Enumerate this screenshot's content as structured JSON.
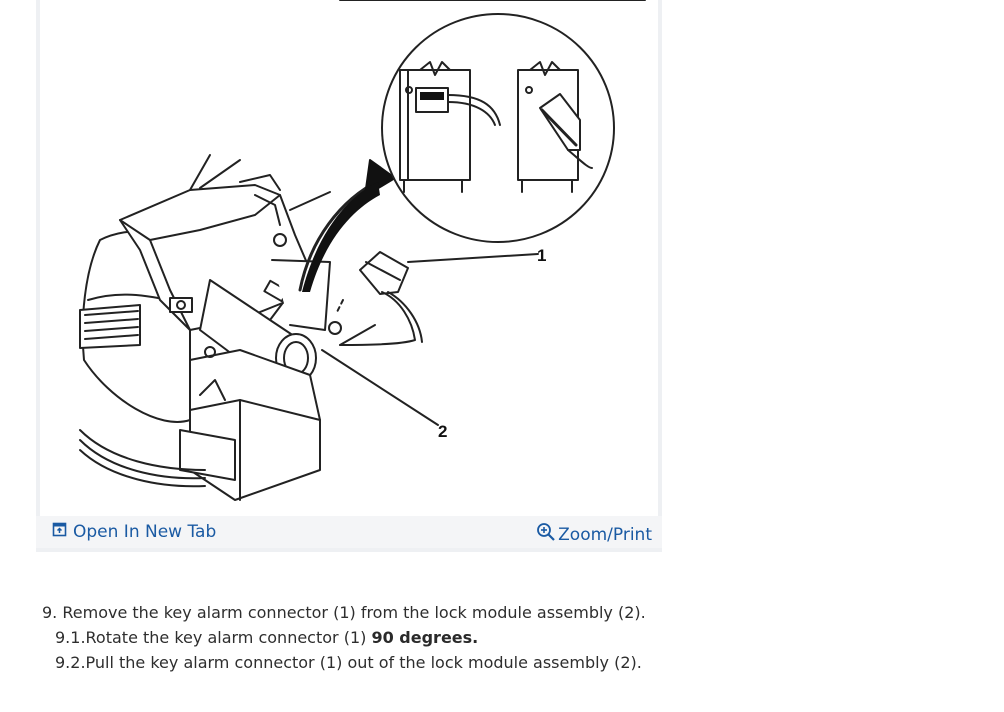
{
  "figure": {
    "callouts": [
      "1",
      "2"
    ]
  },
  "footer": {
    "open_tab_label": "Open In New Tab",
    "zoom_label": "Zoom/Print",
    "open_tab_icon": "open-new-tab-icon",
    "zoom_icon": "zoom-in-icon",
    "link_color": "#1a5aa3"
  },
  "steps": {
    "step9": {
      "number": "9.",
      "text": "Remove the key alarm connector (1) from the lock module assembly (2)."
    },
    "step9_1": {
      "number": "9.1.",
      "text": "Rotate the key alarm connector (1) ",
      "emphasis": "90 degrees."
    },
    "step9_2": {
      "number": "9.2.",
      "text": "Pull the key alarm connector (1) out of the lock module assembly (2)."
    }
  }
}
